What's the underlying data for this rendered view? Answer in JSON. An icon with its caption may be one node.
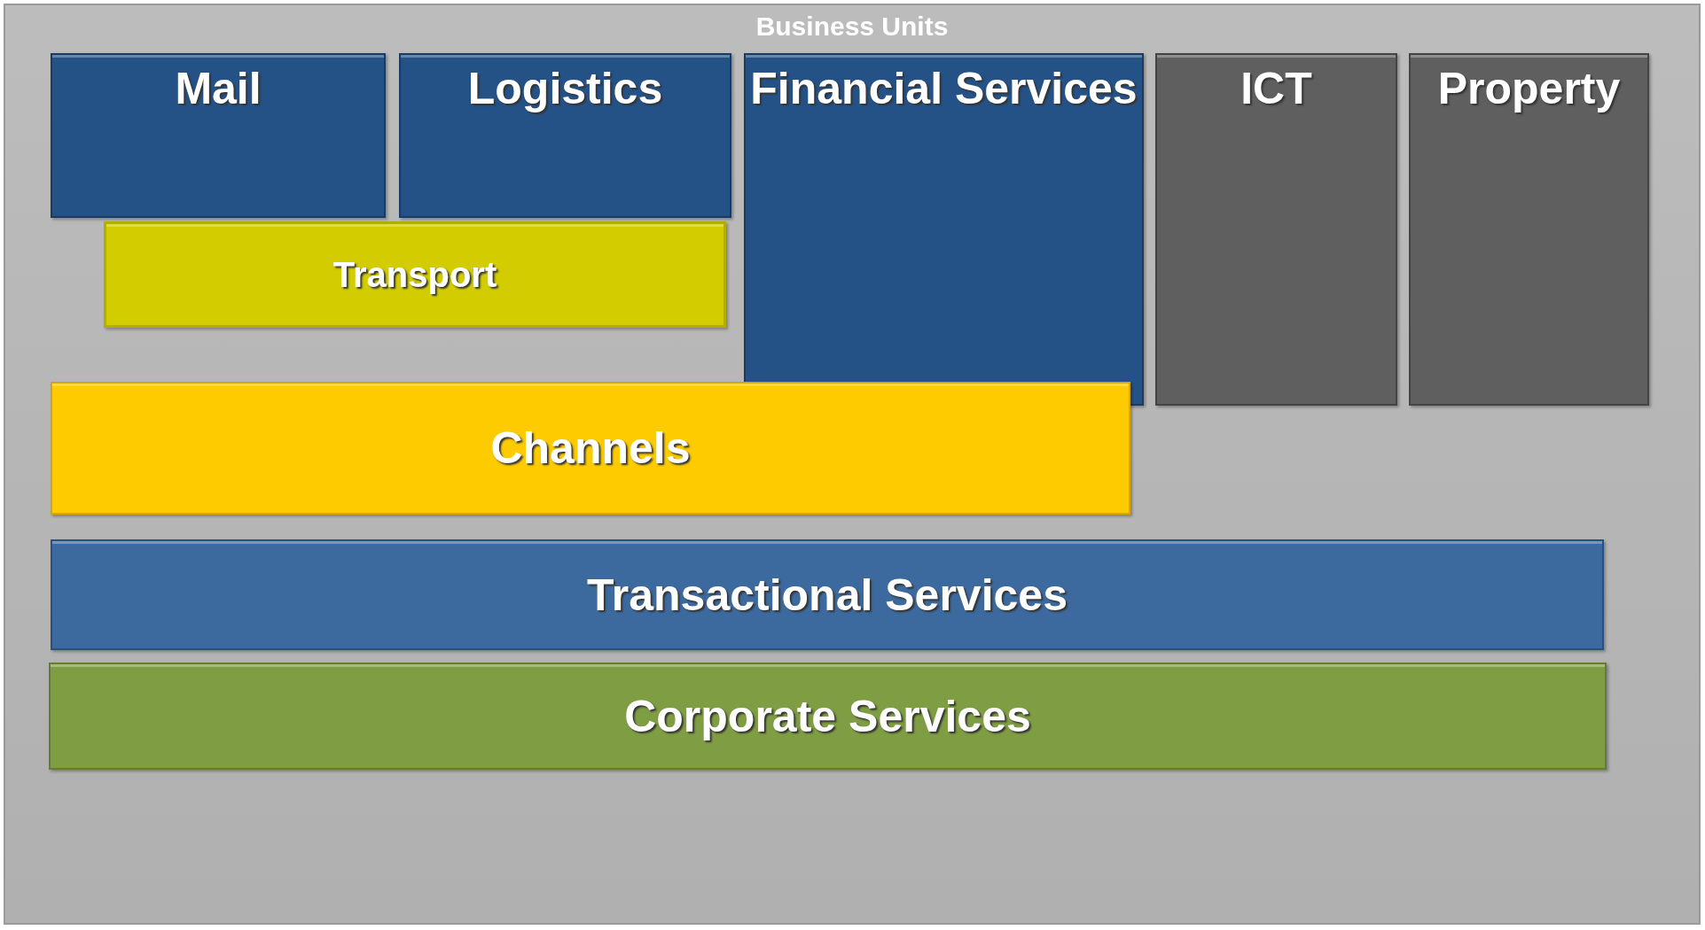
{
  "diagram": {
    "nodes": [
      {
        "text": [
          "Business Units"
        ]
      },
      {
        "text": [
          "Mail"
        ],
        "in": 0
      },
      {
        "text": [
          "Logistics"
        ],
        "in": 0
      },
      {
        "text": [
          "Financial Services"
        ],
        "in": 0
      },
      {
        "text": [
          "ICT"
        ],
        "in": 0
      },
      {
        "text": [
          "Property"
        ],
        "in": 0
      },
      {
        "text": [
          "Transport"
        ],
        "in": 0
      },
      {
        "text": [
          "Channels"
        ],
        "in": 0
      },
      {
        "text": [
          "Transactional Services"
        ],
        "in": 0
      },
      {
        "text": [
          "Corporate Services"
        ],
        "in": 0
      }
    ],
    "edges": []
  }
}
